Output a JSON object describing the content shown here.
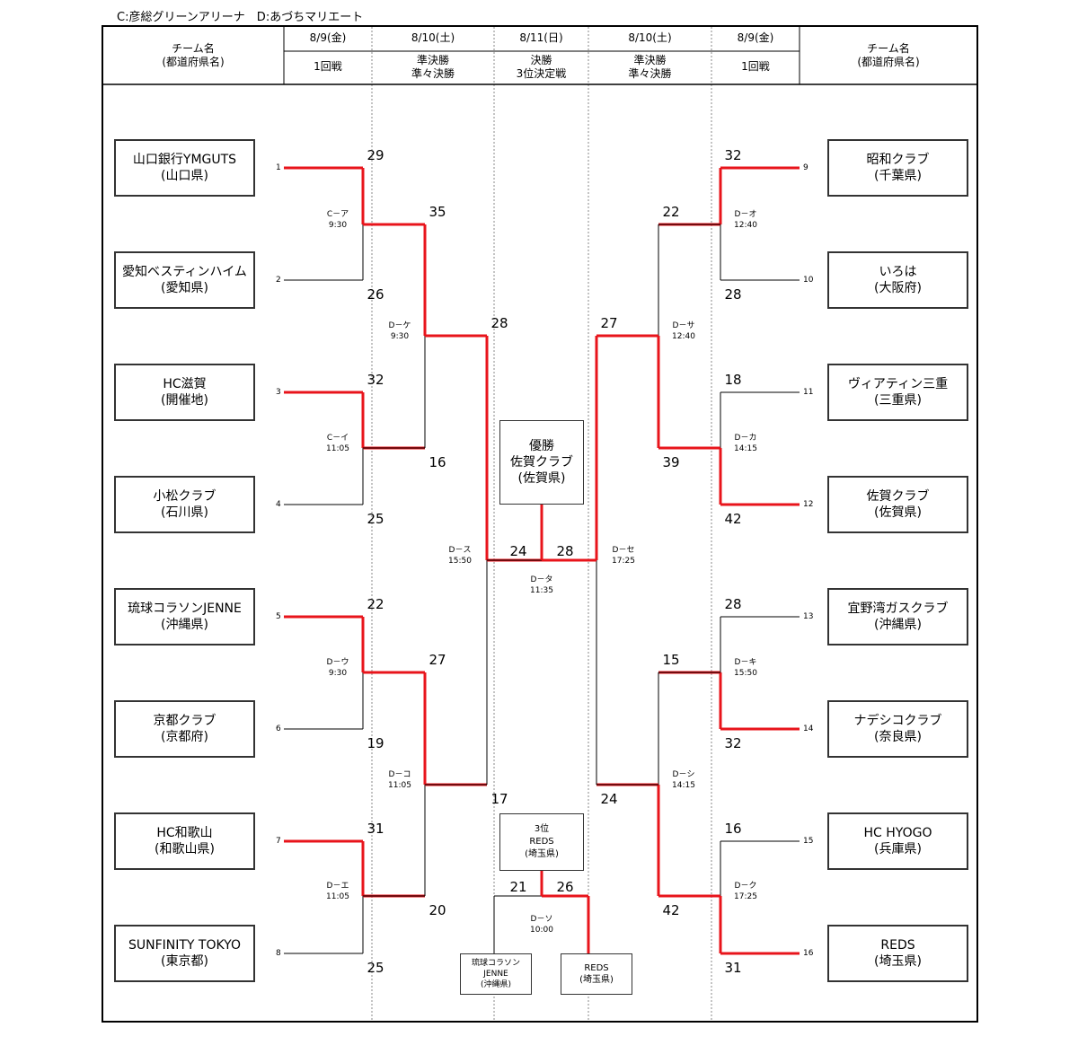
{
  "venue_note": "C:彦総グリーンアリーナ　D:あづちマリエート",
  "header": {
    "team_col_left": [
      "チーム名",
      "(都道府県名)"
    ],
    "team_col_right": [
      "チーム名",
      "(都道府県名)"
    ],
    "dates": [
      "8/9(金)",
      "8/10(土)",
      "8/11(日)",
      "8/10(土)",
      "8/9(金)"
    ],
    "rounds": [
      [
        "1回戦"
      ],
      [
        "準決勝",
        "準々決勝"
      ],
      [
        "決勝",
        "3位決定戦"
      ],
      [
        "準決勝",
        "準々決勝"
      ],
      [
        "1回戦"
      ]
    ]
  },
  "teams_left": [
    {
      "seed": "1",
      "name": "山口銀行YMGUTS",
      "pref": "(山口県)"
    },
    {
      "seed": "2",
      "name": "愛知ベスティンハイム",
      "pref": "(愛知県)"
    },
    {
      "seed": "3",
      "name": "HC滋賀",
      "pref": "(開催地)"
    },
    {
      "seed": "4",
      "name": "小松クラブ",
      "pref": "(石川県)"
    },
    {
      "seed": "5",
      "name": "琉球コラソンJENNE",
      "pref": "(沖縄県)"
    },
    {
      "seed": "6",
      "name": "京都クラブ",
      "pref": "(京都府)"
    },
    {
      "seed": "7",
      "name": "HC和歌山",
      "pref": "(和歌山県)"
    },
    {
      "seed": "8",
      "name": "SUNFINITY TOKYO",
      "pref": "(東京都)"
    }
  ],
  "teams_right": [
    {
      "seed": "9",
      "name": "昭和クラブ",
      "pref": "(千葉県)"
    },
    {
      "seed": "10",
      "name": "いろは",
      "pref": "(大阪府)"
    },
    {
      "seed": "11",
      "name": "ヴィアティン三重",
      "pref": "(三重県)"
    },
    {
      "seed": "12",
      "name": "佐賀クラブ",
      "pref": "(佐賀県)"
    },
    {
      "seed": "13",
      "name": "宜野湾ガスクラブ",
      "pref": "(沖縄県)"
    },
    {
      "seed": "14",
      "name": "ナデシコクラブ",
      "pref": "(奈良県)"
    },
    {
      "seed": "15",
      "name": "HC HYOGO",
      "pref": "(兵庫県)"
    },
    {
      "seed": "16",
      "name": "REDS",
      "pref": "(埼玉県)"
    }
  ],
  "matches": {
    "left_r1": [
      {
        "code": "C－ア",
        "time": "9:30",
        "top": "29",
        "bottom": "26",
        "winner": "top"
      },
      {
        "code": "C－イ",
        "time": "11:05",
        "top": "32",
        "bottom": "25",
        "winner": "top"
      },
      {
        "code": "D－ウ",
        "time": "9:30",
        "top": "22",
        "bottom": "19",
        "winner": "top"
      },
      {
        "code": "D－エ",
        "time": "11:05",
        "top": "31",
        "bottom": "25",
        "winner": "top"
      }
    ],
    "left_qf": [
      {
        "code": "D－ケ",
        "time": "9:30",
        "top": "35",
        "bottom": "16",
        "winner": "top"
      },
      {
        "code": "D－コ",
        "time": "11:05",
        "top": "27",
        "bottom": "20",
        "winner": "top"
      }
    ],
    "left_sf": {
      "code": "D－ス",
      "time": "15:50",
      "top": "28",
      "bottom": "17",
      "winner": "top"
    },
    "right_r1": [
      {
        "code": "D－オ",
        "time": "12:40",
        "top": "32",
        "bottom": "28",
        "winner": "top"
      },
      {
        "code": "D－カ",
        "time": "14:15",
        "top": "18",
        "bottom": "42",
        "winner": "bottom"
      },
      {
        "code": "D－キ",
        "time": "15:50",
        "top": "28",
        "bottom": "32",
        "winner": "bottom"
      },
      {
        "code": "D－ク",
        "time": "17:25",
        "top": "16",
        "bottom": "31",
        "winner": "bottom"
      }
    ],
    "right_qf": [
      {
        "code": "D－サ",
        "time": "12:40",
        "top": "22",
        "bottom": "39",
        "winner": "bottom"
      },
      {
        "code": "D－シ",
        "time": "14:15",
        "top": "15",
        "bottom": "42",
        "winner": "bottom"
      }
    ],
    "right_sf": {
      "code": "D－セ",
      "time": "17:25",
      "top": "27",
      "bottom": "24",
      "winner": "top"
    },
    "final": {
      "code": "D－タ",
      "time": "11:35",
      "left": "24",
      "right": "28",
      "winner": "right"
    },
    "third": {
      "code": "D－ソ",
      "time": "10:00",
      "left": "21",
      "right": "26",
      "winner": "right"
    }
  },
  "champion": {
    "title": "優勝",
    "name": "佐賀クラブ",
    "pref": "(佐賀県)"
  },
  "third_place": {
    "title": "3位",
    "name": "REDS",
    "pref": "(埼玉県)"
  },
  "third_left_team": [
    "琉球コラソン",
    "JENNE",
    "(沖縄県)"
  ],
  "third_right_team": [
    "REDS",
    "(埼玉県)"
  ],
  "colors": {
    "win_line": "#e8141b",
    "line": "#000000",
    "dashed": "#888888"
  }
}
